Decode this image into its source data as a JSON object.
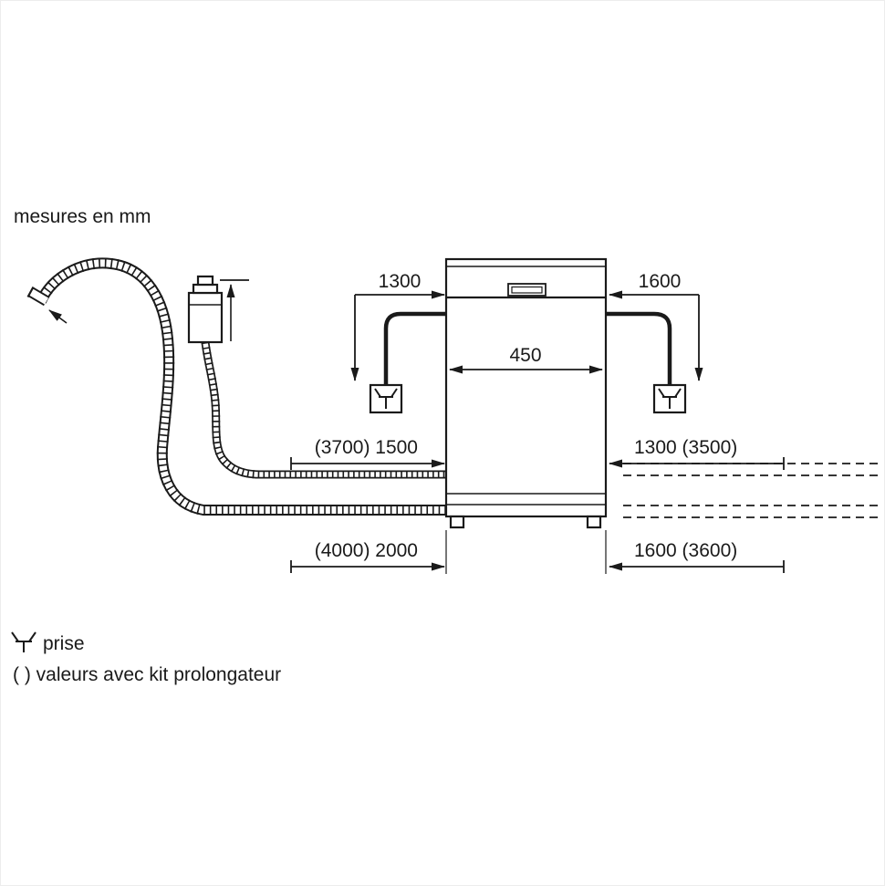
{
  "title": "mesures en mm",
  "dimensions": {
    "power_cord_left": "1300",
    "power_cord_right": "1600",
    "machine_width": "450",
    "hose_upper_left": "(3700) 1500",
    "hose_upper_right": "1300 (3500)",
    "hose_lower_left": "(4000) 2000",
    "hose_lower_right": "1600 (3600)"
  },
  "legend": {
    "plug": "prise",
    "extension_kit": "( ) valeurs avec kit prolongateur"
  },
  "colors": {
    "line": "#1a1a1a",
    "background": "#ffffff"
  }
}
